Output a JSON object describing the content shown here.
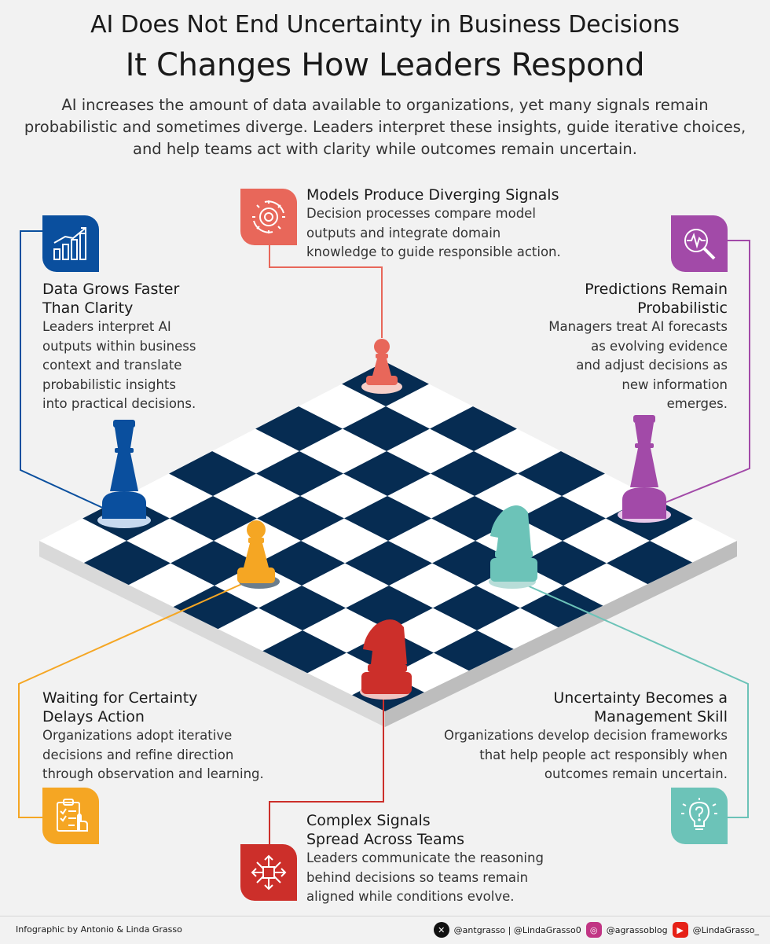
{
  "header": {
    "title_line1": "AI Does Not End Uncertainty in Business Decisions",
    "title_line2": "It Changes How Leaders Respond",
    "intro": "AI increases the amount of data available to organizations, yet many signals remain probabilistic and sometimes diverge. Leaders interpret these insights, guide iterative choices, and help teams act with clarity while outcomes remain uncertain."
  },
  "sections": {
    "data_grows": {
      "title_line1": "Data Grows Faster",
      "title_line2": "Than Clarity",
      "body": [
        "Leaders interpret AI",
        "outputs within business",
        "context and translate",
        "probabilistic insights",
        "into practical decisions."
      ]
    },
    "models_diverge": {
      "title": "Models Produce Diverging Signals",
      "body": [
        "Decision processes compare model",
        "outputs and integrate domain",
        "knowledge to guide responsible action."
      ]
    },
    "predictions": {
      "title_line1": "Predictions Remain",
      "title_line2": "Probabilistic",
      "body": [
        "Managers treat AI forecasts",
        "as evolving evidence",
        "and adjust decisions as",
        "new information",
        "emerges."
      ]
    },
    "waiting": {
      "title_line1": "Waiting for Certainty",
      "title_line2": "Delays Action",
      "body": [
        "Organizations adopt iterative",
        "decisions and refine direction",
        "through observation and learning."
      ]
    },
    "uncertainty_skill": {
      "title_line1": "Uncertainty Becomes a",
      "title_line2": "Management Skill",
      "body": [
        "Organizations develop decision frameworks",
        "that help people act responsibly when",
        "outcomes remain uncertain."
      ]
    },
    "complex_signals": {
      "title_line1": "Complex Signals",
      "title_line2": "Spread Across Teams",
      "body": [
        "Leaders communicate the reasoning",
        "behind decisions so teams remain",
        "aligned while conditions evolve."
      ]
    }
  },
  "icons": {
    "data_grows": "bar-chart-growth-icon",
    "models_diverge": "gear-cycle-icon",
    "predictions": "magnifier-pulse-icon",
    "waiting": "clipboard-checklist-icon",
    "uncertainty_skill": "lightbulb-question-icon",
    "complex_signals": "network-arrows-icon"
  },
  "colors": {
    "blue": "#0a4f9e",
    "coral": "#e8675a",
    "purple": "#a24aa8",
    "orange": "#f5a623",
    "teal": "#6cc3b8",
    "red": "#cc2f2a",
    "board_dark": "#062c52",
    "board_light": "#ffffff"
  },
  "footer": {
    "credit": "Infographic by Antonio & Linda Grasso",
    "x_handle": "@antgrasso | @LindaGrasso0",
    "instagram": "@agrassoblog",
    "youtube": "@LindaGrasso_"
  }
}
